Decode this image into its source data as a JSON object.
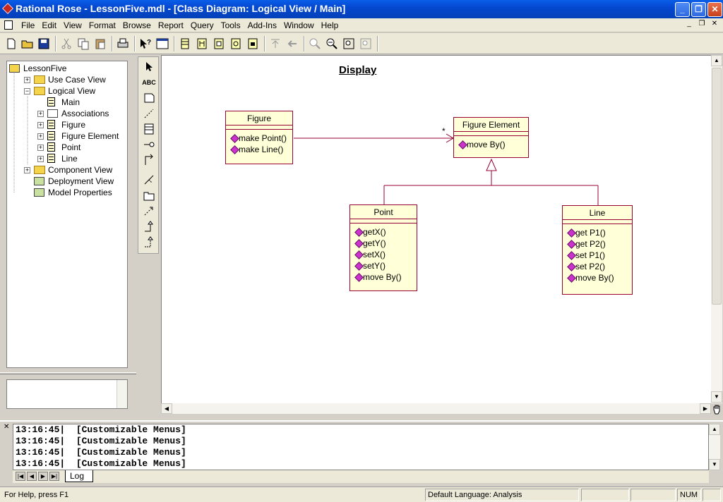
{
  "window": {
    "title": "Rational Rose - LessonFive.mdl - [Class Diagram: Logical View / Main]",
    "controls": [
      "_",
      "❐",
      "✕"
    ]
  },
  "menu": {
    "items": [
      "File",
      "Edit",
      "View",
      "Format",
      "Browse",
      "Report",
      "Query",
      "Tools",
      "Add-Ins",
      "Window",
      "Help"
    ],
    "mdi_controls": [
      "_",
      "❐",
      "✕"
    ]
  },
  "browser": {
    "nodes": [
      {
        "label": "LessonFive",
        "level": 0,
        "icon": "model-icon",
        "expander": ""
      },
      {
        "label": "Use Case View",
        "level": 1,
        "icon": "folder-icon",
        "expander": "+"
      },
      {
        "label": "Logical View",
        "level": 1,
        "icon": "folder-icon",
        "expander": "−"
      },
      {
        "label": "Main",
        "level": 2,
        "icon": "class-diagram-icon",
        "expander": ""
      },
      {
        "label": "Associations",
        "level": 2,
        "icon": "association-icon",
        "expander": "+"
      },
      {
        "label": "Figure",
        "level": 2,
        "icon": "class-icon",
        "expander": "+"
      },
      {
        "label": "Figure Element",
        "level": 2,
        "icon": "class-icon",
        "expander": "+"
      },
      {
        "label": "Point",
        "level": 2,
        "icon": "class-icon",
        "expander": "+"
      },
      {
        "label": "Line",
        "level": 2,
        "icon": "class-icon",
        "expander": "+"
      },
      {
        "label": "Component View",
        "level": 1,
        "icon": "folder-icon",
        "expander": "+"
      },
      {
        "label": "Deployment View",
        "level": 1,
        "icon": "deployment-icon",
        "expander": ""
      },
      {
        "label": "Model Properties",
        "level": 1,
        "icon": "properties-icon",
        "expander": ""
      }
    ]
  },
  "toolbox": {
    "abc_label": "ABC"
  },
  "diagram": {
    "title": "Display",
    "multiplicity": "*",
    "classes": {
      "figure": {
        "name": "Figure",
        "operations": [
          "make Point()",
          "make Line()"
        ]
      },
      "figure_element": {
        "name": "Figure Element",
        "operations": [
          "move By()"
        ]
      },
      "point": {
        "name": "Point",
        "operations": [
          "getX()",
          "getY()",
          "setX()",
          "setY()",
          "move By()"
        ]
      },
      "line": {
        "name": "Line",
        "operations": [
          "get P1()",
          "get P2()",
          "set P1()",
          "set P2()",
          "move By()"
        ]
      }
    }
  },
  "log": {
    "lines": [
      "13:16:45|  [Customizable Menus]",
      "13:16:45|  [Customizable Menus]",
      "13:16:45|  [Customizable Menus]",
      "13:16:45|  [Customizable Menus]"
    ],
    "tab": "Log"
  },
  "status": {
    "help": "For Help, press F1",
    "language": "Default Language: Analysis",
    "num": "NUM"
  },
  "colors": {
    "title_bar": "#0548d0",
    "class_fill": "#ffffd8",
    "class_border": "#990033",
    "operation_icon": "#cc33cc"
  }
}
